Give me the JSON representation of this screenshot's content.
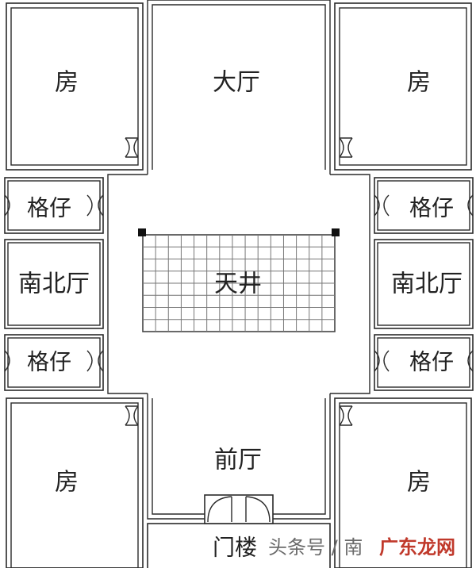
{
  "rooms": {
    "top_left_room": "房",
    "main_hall": "大厅",
    "top_right_room": "房",
    "left_side_room_upper": "格仔",
    "right_side_room_upper": "格仔",
    "left_hall": "南北厅",
    "right_hall": "南北厅",
    "courtyard": "天井",
    "left_side_room_lower": "格仔",
    "right_side_room_lower": "格仔",
    "front_hall": "前厅",
    "bottom_left_room": "房",
    "bottom_right_room": "房",
    "gatehouse": "门楼"
  },
  "watermark": {
    "source": "头条号 / 南",
    "site": "广东龙网"
  },
  "colors": {
    "line": "#2a2a2a",
    "background": "#ffffff",
    "watermark_site": "#c0392b"
  }
}
